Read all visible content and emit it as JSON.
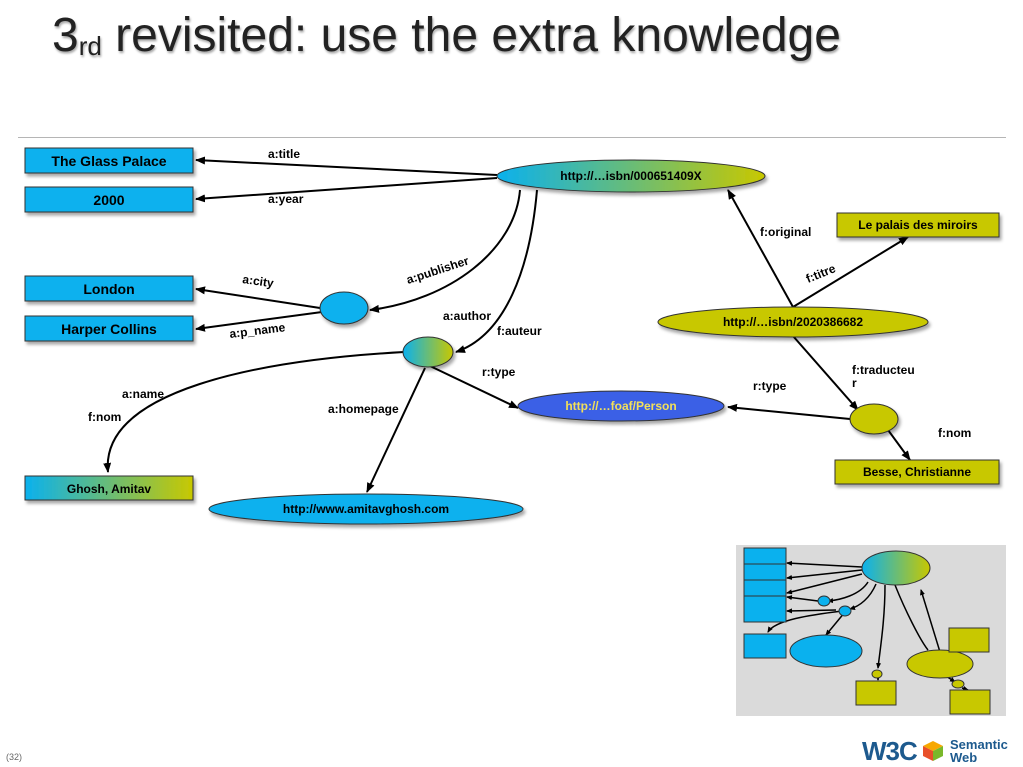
{
  "title": {
    "main": "3",
    "sup": "rd",
    "rest": " revisited: use the extra knowledge"
  },
  "slide_number": "(32)",
  "nodes": {
    "glass_palace": "The Glass Palace",
    "year_2000": "2000",
    "london": "London",
    "harper": "Harper Collins",
    "isbn1": "http://…isbn/000651409X",
    "isbn2": "http://…isbn/2020386682",
    "palais": "Le palais des miroirs",
    "person": "http://…foaf/Person",
    "ghosh": "Ghosh, Amitav",
    "homepage_url": "http://www.amitavghosh.com",
    "besse": "Besse, Christianne"
  },
  "edges": {
    "title": "a:title",
    "year": "a:year",
    "publisher": "a:publisher",
    "city": "a:city",
    "p_name": "a:p_name",
    "author": "a:author",
    "auteur": "f:auteur",
    "rtype1": "r:type",
    "name": "a:name",
    "nom1": "f:nom",
    "homepage": "a:homepage",
    "original": "f:original",
    "titre": "f:titre",
    "traducteur1": "f:traducteu",
    "traducteur2": "r",
    "rtype2": "r:type",
    "nom2": "f:nom"
  },
  "logo": {
    "w3c": "W3C",
    "semantic": "Semantic",
    "web": "Web"
  },
  "colors": {
    "blue": "#0ab1ee",
    "olive": "#c8c800",
    "person": "#3b61e6",
    "person_text": "#f2e05a"
  }
}
